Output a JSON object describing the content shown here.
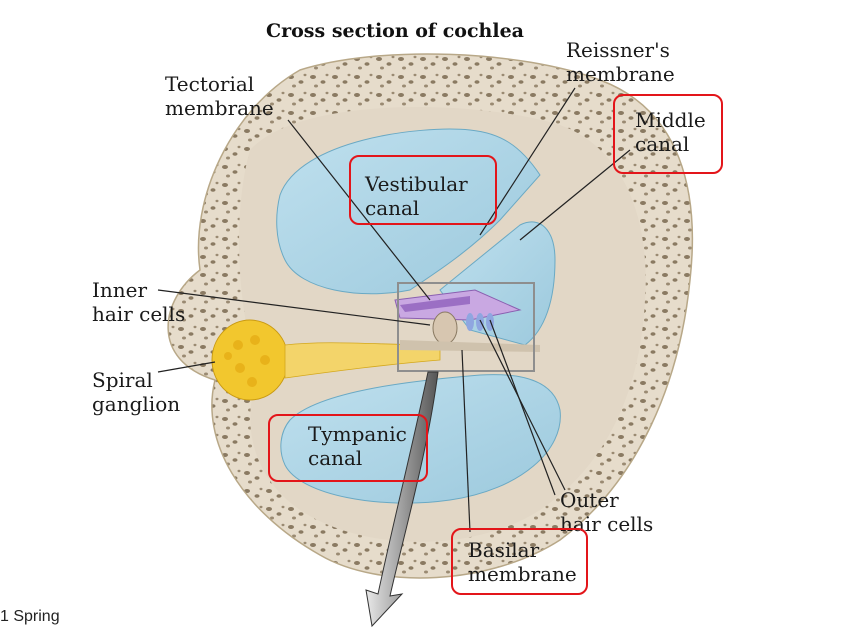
{
  "title": "Cross section of cochlea",
  "labels": {
    "reissners_membrane": "Reissner's\nmembrane",
    "tectorial_membrane": "Tectorial\nmembrane",
    "middle_canal": "Middle\ncanal",
    "vestibular_canal": "Vestibular\ncanal",
    "inner_hair_cells": "Inner\nhair cells",
    "spiral_ganglion": "Spiral\nganglion",
    "tympanic_canal": "Tympanic\ncanal",
    "outer_hair_cells": "Outer\nhair cells",
    "basilar_membrane": "Basilar\nmembrane"
  },
  "footer": "1 Spring",
  "colors": {
    "highlight_box": "#e3151a",
    "fluid": "#a9d4e6",
    "bone": "#e2d7c6",
    "nerve": "#f2c72e",
    "tectorial": "#9b6fc4"
  }
}
